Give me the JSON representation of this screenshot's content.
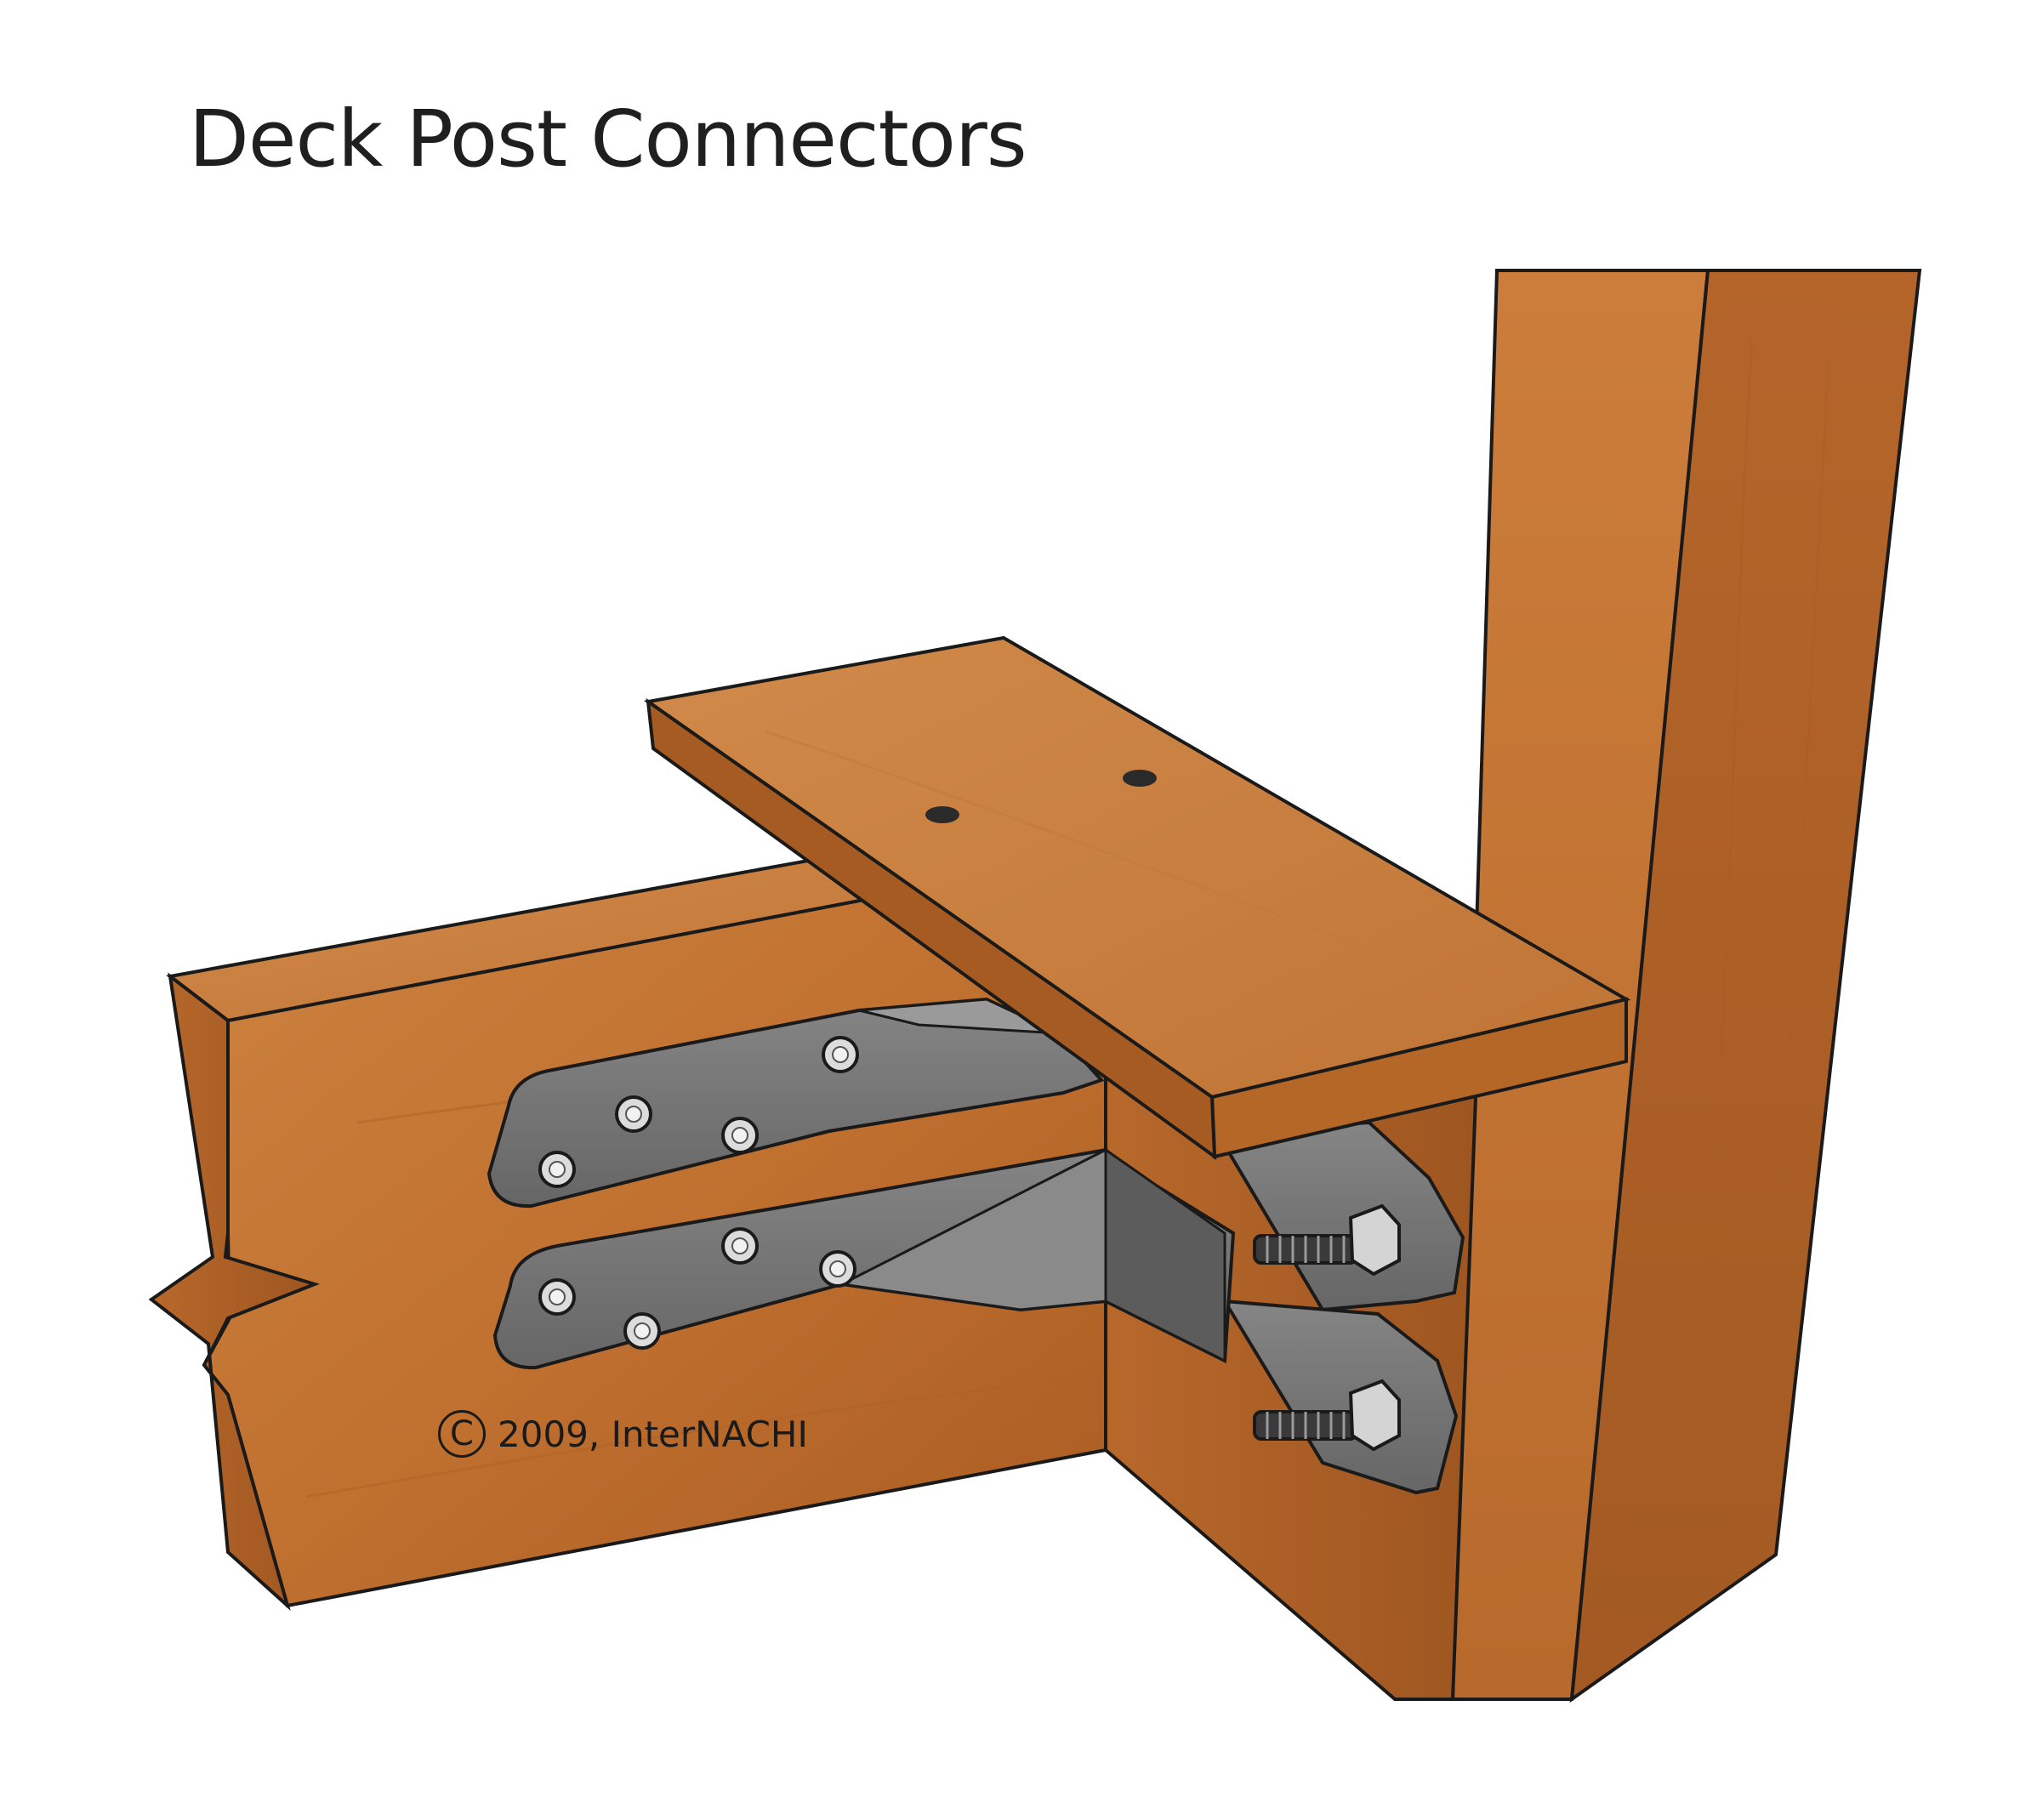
{
  "title": "Deck Post Connectors",
  "copyright": {
    "symbol": "C",
    "text": "2009, InterNACHI"
  },
  "colors": {
    "wood_light": "#c97a3a",
    "wood_mid": "#b9692c",
    "wood_dark": "#9c5420",
    "wood_top": "#cf8748",
    "metal": "#6b6b6b",
    "metal_dark": "#4a4a4a",
    "metal_light": "#8a8a8a",
    "outline": "#1a1a1a",
    "bolt": "#d8d8d8"
  }
}
